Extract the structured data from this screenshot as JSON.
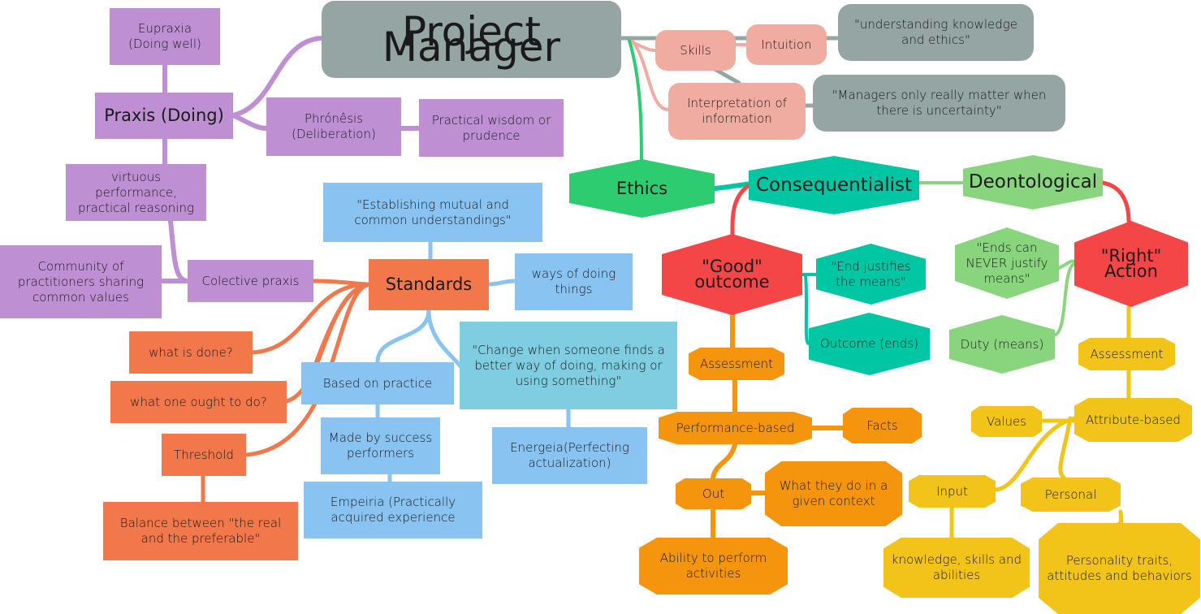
{
  "title": "Project Manager",
  "nodes": {
    "eupraxia": "Eupraxia (Doing well)",
    "praxis": "Praxis (Doing)",
    "phronesis": "Phrónêsis (Deliberation)",
    "practical_wisdom": "Practical wisdom or prudence",
    "virtuous": "virtuous performance, practical reasoning",
    "community": "Community of practitioners sharing common values",
    "colective": "Colective praxis",
    "skills": "Skills",
    "intuition": "Intuition",
    "understanding": "\"understanding knowledge and ethics\"",
    "interpretation": "Interpretation of information",
    "managers": "\"Managers only really matter when there is uncertainty\"",
    "ethics": "Ethics",
    "consequentialist": "Consequentialist",
    "deontological": "Deontological",
    "good_outcome": "\"Good\" outcome",
    "end_justifies": "\"End justifies the means\"",
    "outcome_ends": "Outcome (ends)",
    "ends_never": "\"Ends can NEVER justify means\"",
    "right_action": "\"Right\" Action",
    "duty": "Duty (means)",
    "assessment_left": "Assessment",
    "performance_based": "Performance-based",
    "facts": "Facts",
    "out": "Out",
    "what_they_do": "What they do in a given context",
    "ability": "Ability to perform activities",
    "assessment_right": "Assessment",
    "attribute_based": "Attribute-based",
    "values": "Values",
    "input": "Input",
    "personal": "Personal",
    "knowledge": "knowledge, skills and abilities",
    "personality": "Personality traits, attitudes and behaviors",
    "standards": "Standards",
    "establishing": "\"Establishing mutual and common understandings\"",
    "ways": "ways of doing things",
    "based_on_practice": "Based on practice",
    "made_by": "Made by success performers",
    "empeiria": "Empeiria (Practically acquired experience",
    "change": "\"Change when someone finds a better way of doing, making or using something\"",
    "energeia": "Energeia(Perfecting actualization)",
    "what_is_done": "what is done?",
    "what_ought": "what one ought to do?",
    "threshold": "Threshold",
    "balance": "Balance between \"the real and the preferable\""
  },
  "colors": {
    "purple": "#be8fd3",
    "blue": "#89c3f2",
    "orange": "#f2774a",
    "gray": "#95a5a4",
    "salmon": "#f0aca1",
    "green": "#2ecc71",
    "teal": "#00c6a4",
    "lightgreen": "#88d57e",
    "red": "#f44646",
    "amber": "#f4950d",
    "yellow": "#f2c41a"
  }
}
